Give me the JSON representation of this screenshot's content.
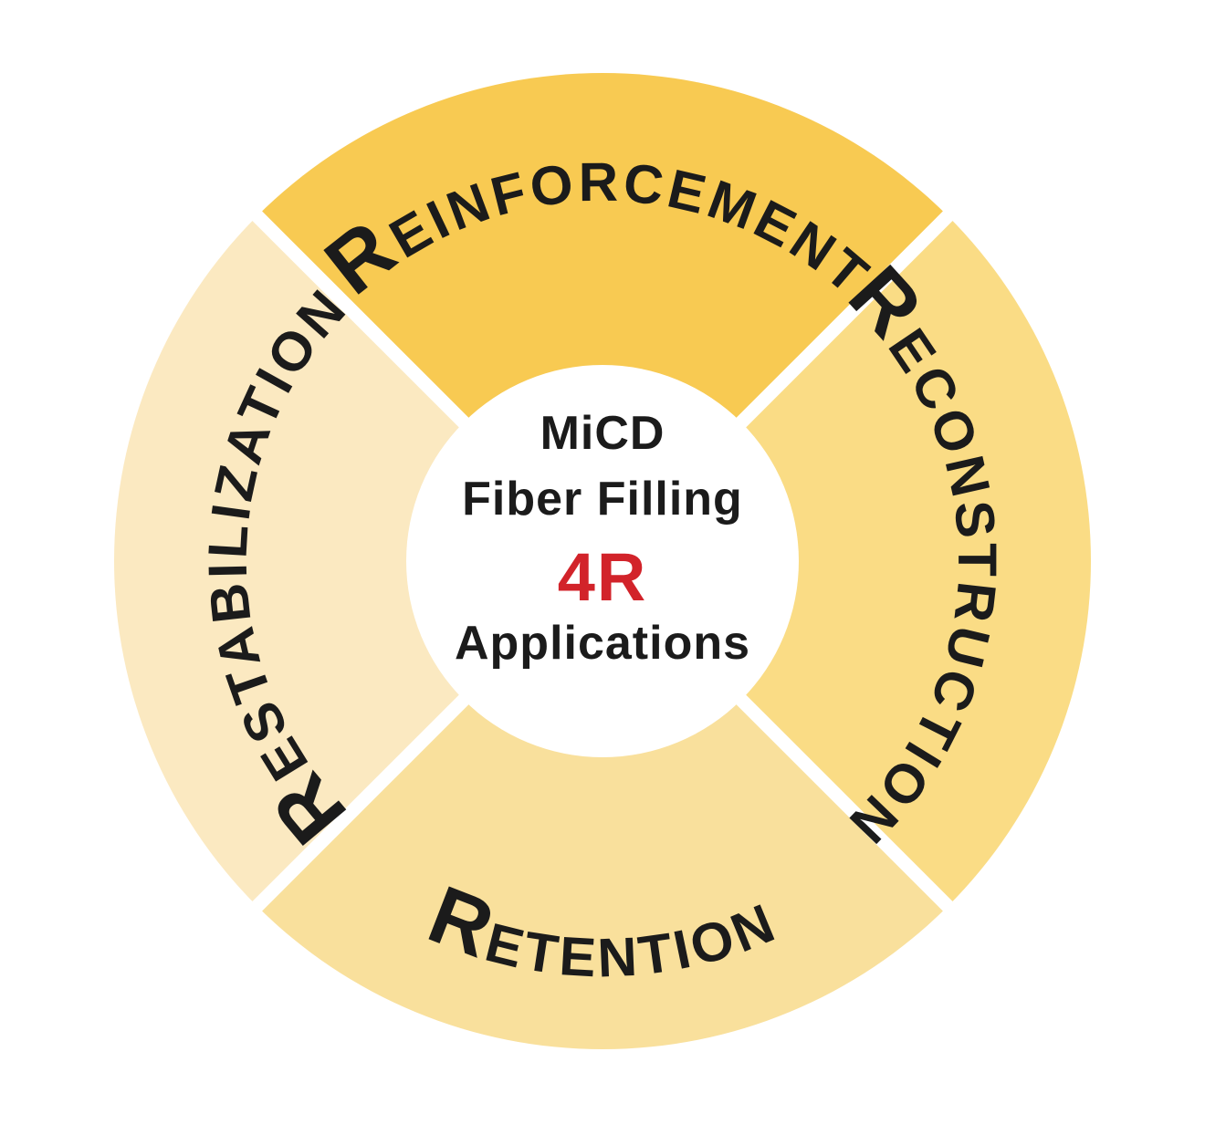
{
  "diagram": {
    "title": "MiCD Fiber Filling 4R Applications wheel",
    "center": {
      "line1": "MiCD",
      "line2": "Fiber Filling",
      "highlight": "4R",
      "line3": "Applications"
    },
    "segments": [
      {
        "id": "reinforcement",
        "position": "top",
        "initial": "R",
        "rest": "EINFORCEMENT",
        "color": "#f8ca52"
      },
      {
        "id": "reconstruction",
        "position": "right",
        "initial": "R",
        "rest": "ECONSTRUCTION",
        "color": "#fadc85"
      },
      {
        "id": "retention",
        "position": "bottom",
        "initial": "R",
        "rest": "ETENTION",
        "color": "#f9e09c"
      },
      {
        "id": "restabilization",
        "position": "left",
        "initial": "R",
        "rest": "ESTABILIZATION",
        "color": "#fbe9c1"
      }
    ],
    "colors": {
      "label_text": "#1b1b1b",
      "center_text": "#1b1b1b",
      "highlight": "#d2232a",
      "divider": "#ffffff",
      "center_circle": "#ffffff",
      "background": "#ffffff"
    }
  }
}
